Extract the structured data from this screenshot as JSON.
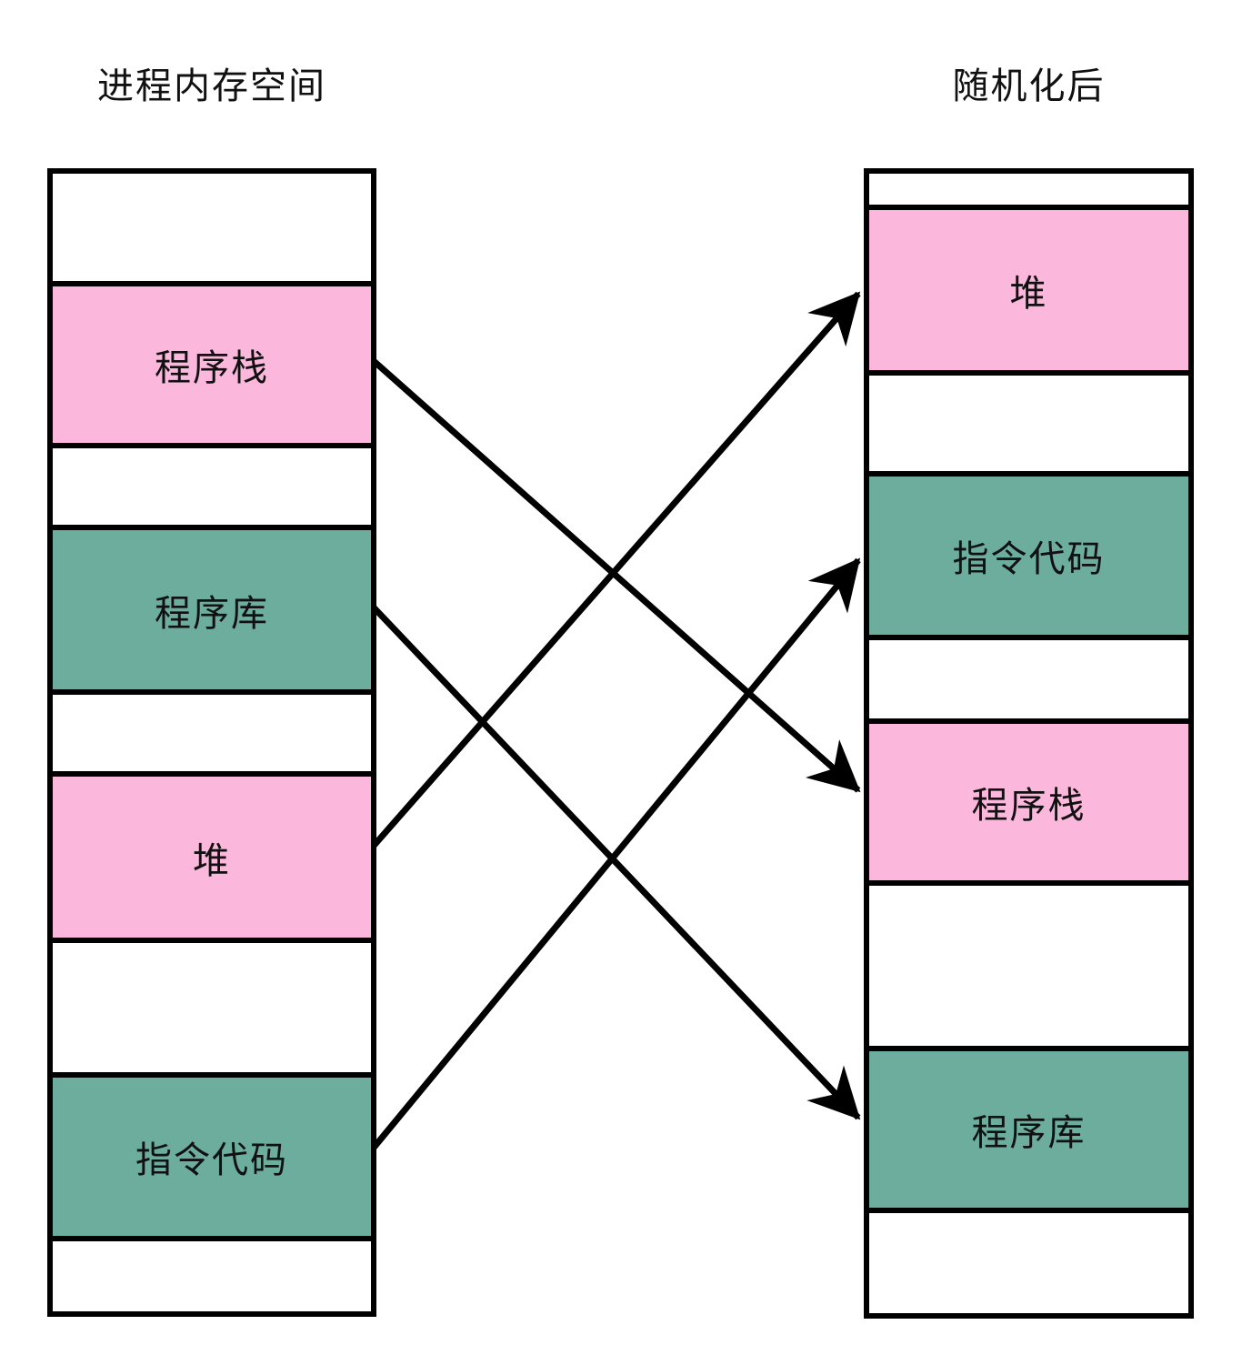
{
  "diagram": {
    "left_column": {
      "title": "进程内存空间",
      "segments": [
        {
          "label": "",
          "type": "free"
        },
        {
          "label": "程序栈",
          "type": "stack"
        },
        {
          "label": "",
          "type": "free"
        },
        {
          "label": "程序库",
          "type": "library"
        },
        {
          "label": "",
          "type": "free"
        },
        {
          "label": "堆",
          "type": "heap"
        },
        {
          "label": "",
          "type": "free"
        },
        {
          "label": "指令代码",
          "type": "code"
        },
        {
          "label": "",
          "type": "free"
        }
      ]
    },
    "right_column": {
      "title": "随机化后",
      "segments": [
        {
          "label": "",
          "type": "free"
        },
        {
          "label": "堆",
          "type": "heap"
        },
        {
          "label": "",
          "type": "free"
        },
        {
          "label": "指令代码",
          "type": "code"
        },
        {
          "label": "",
          "type": "free"
        },
        {
          "label": "程序栈",
          "type": "stack"
        },
        {
          "label": "",
          "type": "free"
        },
        {
          "label": "程序库",
          "type": "library"
        },
        {
          "label": "",
          "type": "free"
        }
      ]
    },
    "mappings": [
      {
        "from": "程序栈",
        "to": "程序栈"
      },
      {
        "from": "程序库",
        "to": "程序库"
      },
      {
        "from": "堆",
        "to": "堆"
      },
      {
        "from": "指令代码",
        "to": "指令代码"
      }
    ],
    "colors": {
      "pink": "#fbb7dc",
      "green": "#6cad9e",
      "line": "#000000",
      "background": "#ffffff"
    }
  }
}
